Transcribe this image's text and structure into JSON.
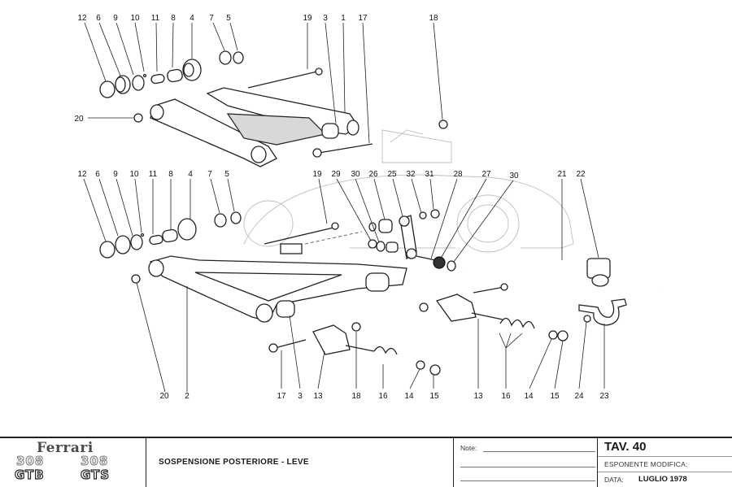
{
  "diagram": {
    "type": "exploded parts diagram",
    "subject": "Rear suspension - arms",
    "callouts_upper_assembly": [
      "12",
      "6",
      "9",
      "10",
      "11",
      "8",
      "4",
      "7",
      "5",
      "19",
      "3",
      "1",
      "17",
      "18",
      "20"
    ],
    "callouts_lower_assembly": [
      "12",
      "6",
      "9",
      "10",
      "11",
      "8",
      "4",
      "7",
      "5",
      "19",
      "29",
      "30",
      "26",
      "25",
      "32",
      "31",
      "28",
      "27",
      "30",
      "21",
      "22",
      "20",
      "2",
      "17",
      "3",
      "13",
      "18",
      "16",
      "14",
      "15",
      "13",
      "16",
      "14",
      "15",
      "24",
      "23"
    ]
  },
  "title_block": {
    "brand": "Ferrari",
    "models": [
      {
        "number": "308",
        "variant": "GTB"
      },
      {
        "number": "308",
        "variant": "GTS"
      }
    ],
    "title": "SOSPENSIONE POSTERIORE - LEVE",
    "notes_label": "Note:",
    "plate": "TAV. 40",
    "revision_label": "ESPONENTE MODIFICA:",
    "revision_value": "",
    "date_label": "DATA:",
    "date_value": "LUGLIO 1978"
  }
}
